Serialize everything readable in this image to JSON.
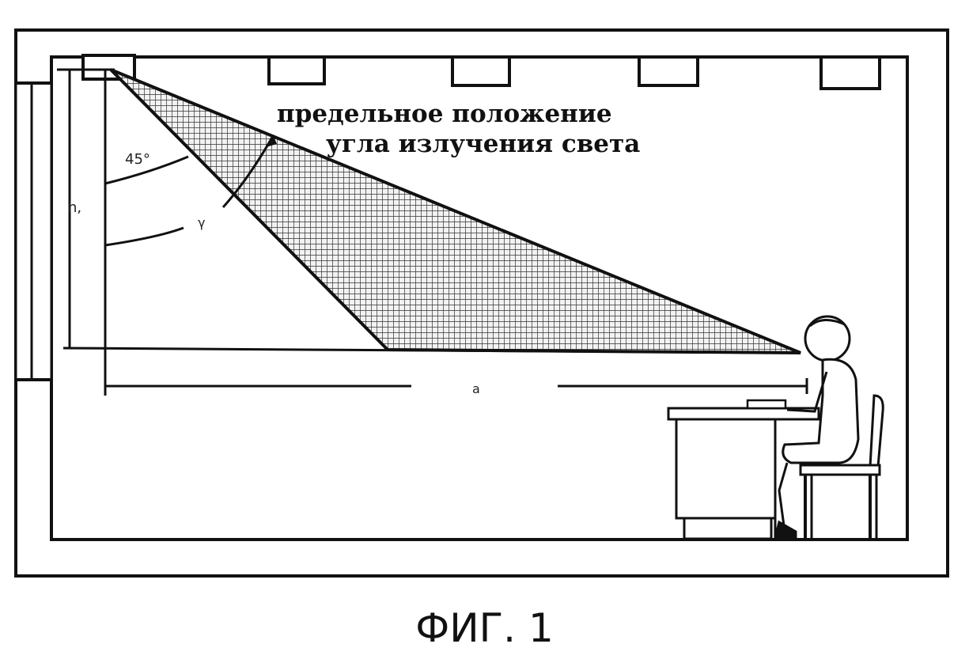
{
  "figure": {
    "annotation_line1": "предельное положение",
    "annotation_line2": "угла излучения света",
    "angle_label": "45°",
    "gamma_label": "γ",
    "height_label": "h,",
    "distance_label": "a",
    "caption": "ФИГ. 1"
  }
}
